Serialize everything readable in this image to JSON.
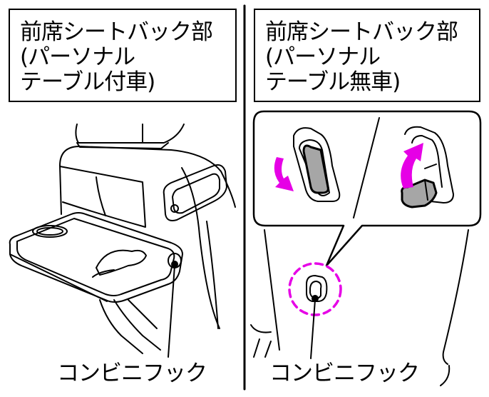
{
  "panels": [
    {
      "id": "with-table",
      "caption_lines": [
        "前席シートバック部",
        "(パーソナル",
        "テーブル付車)"
      ],
      "callout_label": "コンビニフック"
    },
    {
      "id": "without-table",
      "caption_lines": [
        "前席シートバック部",
        "(パーソナル",
        "テーブル無車)"
      ],
      "callout_label": "コンビニフック"
    }
  ],
  "colors": {
    "line": "#000000",
    "highlight": "#e600e6",
    "part_fill": "#a6a6a6",
    "background": "#ffffff"
  }
}
